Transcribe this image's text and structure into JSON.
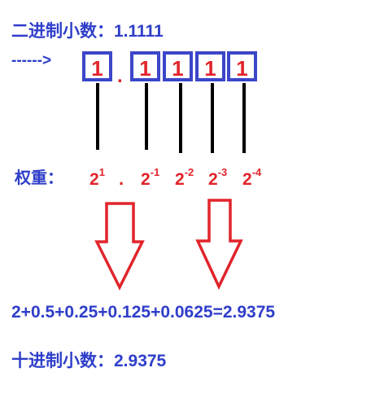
{
  "title": "二进制小数：1.1111",
  "arrow_text": "------>",
  "digits": [
    "1",
    "1",
    "1",
    "1",
    "1"
  ],
  "dot": ".",
  "weights_label": "权重：",
  "weights": [
    {
      "base": "2",
      "exp": "1"
    },
    {
      "base": "2",
      "exp": "-1"
    },
    {
      "base": "2",
      "exp": "-2"
    },
    {
      "base": "2",
      "exp": "-3"
    },
    {
      "base": "2",
      "exp": "-4"
    }
  ],
  "sum_expression": "2+0.5+0.25+0.125+0.0625=2.9375",
  "decimal_result": "十进制小数：2.9375",
  "colors": {
    "blue": "#2f3ec9",
    "red": "#e1242b",
    "box_border": "#3c46c8"
  }
}
